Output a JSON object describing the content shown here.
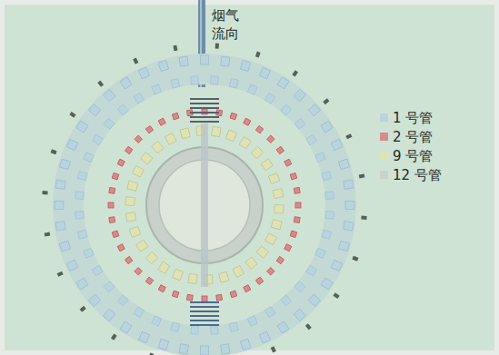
{
  "diagram": {
    "labels": [
      "烟气 流向"
    ],
    "legend": [
      {
        "text": "1 号管",
        "color": "#b9d3df"
      },
      {
        "text": "2 号管",
        "color": "#d78c8c"
      },
      {
        "text": "9 号管",
        "color": "#dfe3b4"
      },
      {
        "text": "12 号管",
        "color": "#c9d1cb"
      }
    ]
  }
}
